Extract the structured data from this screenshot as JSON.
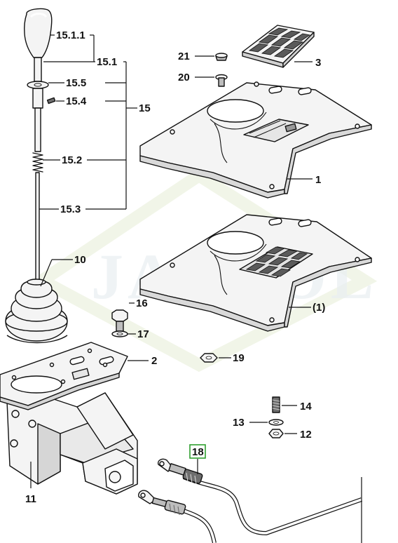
{
  "watermark": "JARVOL",
  "colors": {
    "line": "#111111",
    "part_fill": "#f4f4f4",
    "shade": "#bdbdbd",
    "dark": "#6e6e6e",
    "highlight_box": "#2e9e2e",
    "watermark": "#e9eef2"
  },
  "callouts": {
    "c15_1_1": "15.1.1",
    "c15_1": "15.1",
    "c15_5": "15.5",
    "c15_4": "15.4",
    "c15": "15",
    "c15_2": "15.2",
    "c15_3": "15.3",
    "c21": "21",
    "c20": "20",
    "c3": "3",
    "c1": "1",
    "c1b": "(1)",
    "c10": "10",
    "c16": "16",
    "c17": "17",
    "c2": "2",
    "c19": "19",
    "c14": "14",
    "c13": "13",
    "c12": "12",
    "c18": "18",
    "c11": "11"
  }
}
